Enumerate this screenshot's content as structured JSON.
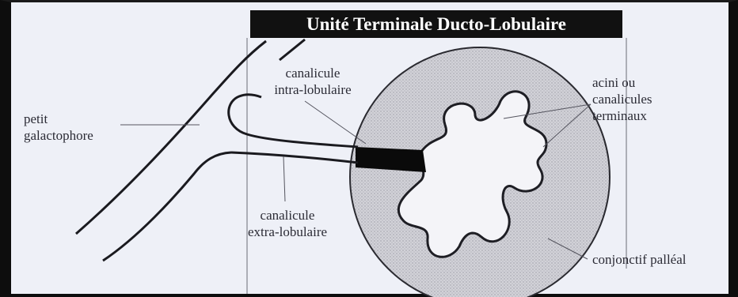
{
  "title": "Unité Terminale Ducto-Lobulaire",
  "labels": {
    "petit_galactophore": [
      "petit",
      "galactophore"
    ],
    "canalicule_intra": [
      "canalicule",
      "intra-lobulaire"
    ],
    "canalicule_extra": [
      "canalicule",
      "extra-lobulaire"
    ],
    "acini": [
      "acini ou",
      "canalicules",
      "terminaux"
    ],
    "conjonctif": "conjonctif palléal"
  },
  "colors": {
    "background": "#eef0f7",
    "border": "#0d0d0d",
    "ink": "#2b2b35",
    "lobule_fill": "#c9c9cf",
    "title_box": "#111111"
  }
}
